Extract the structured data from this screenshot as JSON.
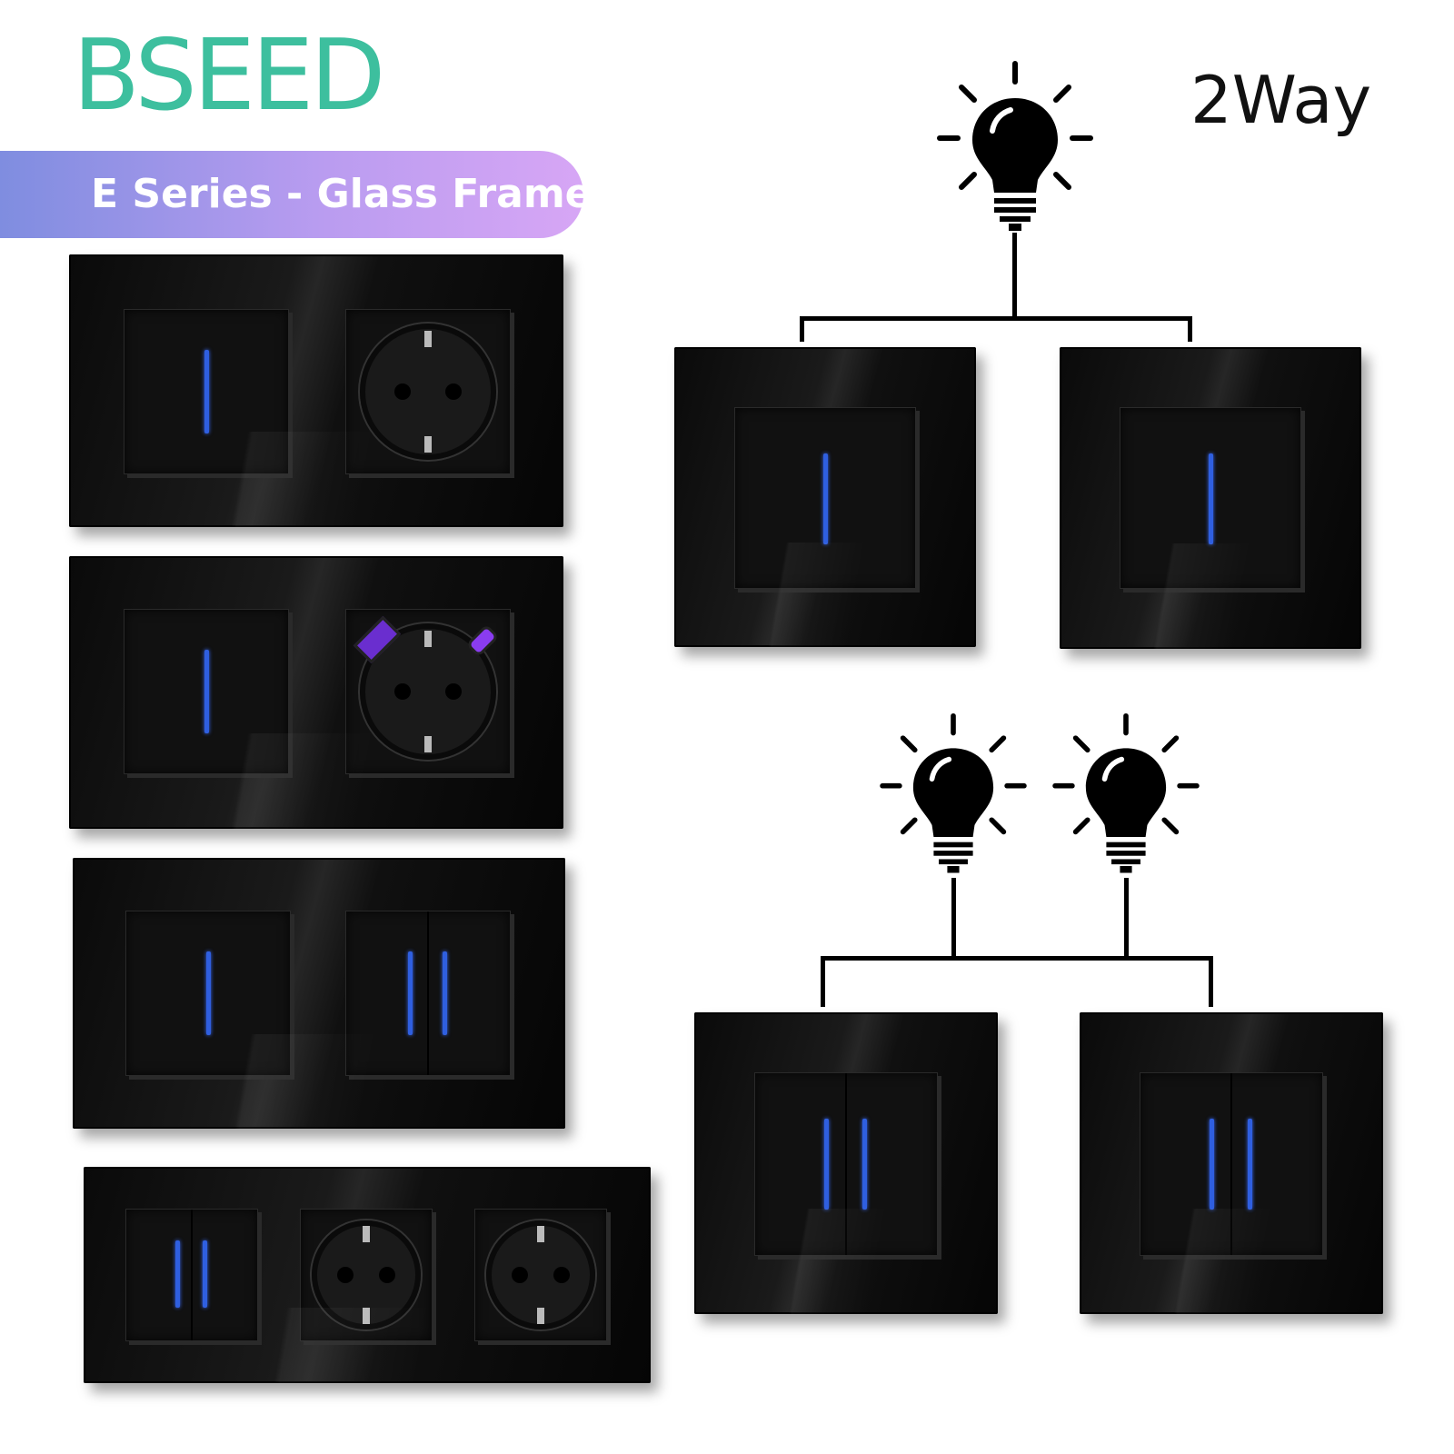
{
  "brand": {
    "name": "BSEED",
    "color": "#3dbf9e"
  },
  "banner": {
    "text": "E Series - Glass Frame",
    "gradient_from": "#7f8de0",
    "gradient_to": "#d7a6f5"
  },
  "diagram": {
    "title": "2Way"
  },
  "icons": {
    "bulb": "lightbulb-icon",
    "led": "led-indicator"
  },
  "colors": {
    "led": "#2f5fe0",
    "plate": "#0b0b0b"
  }
}
